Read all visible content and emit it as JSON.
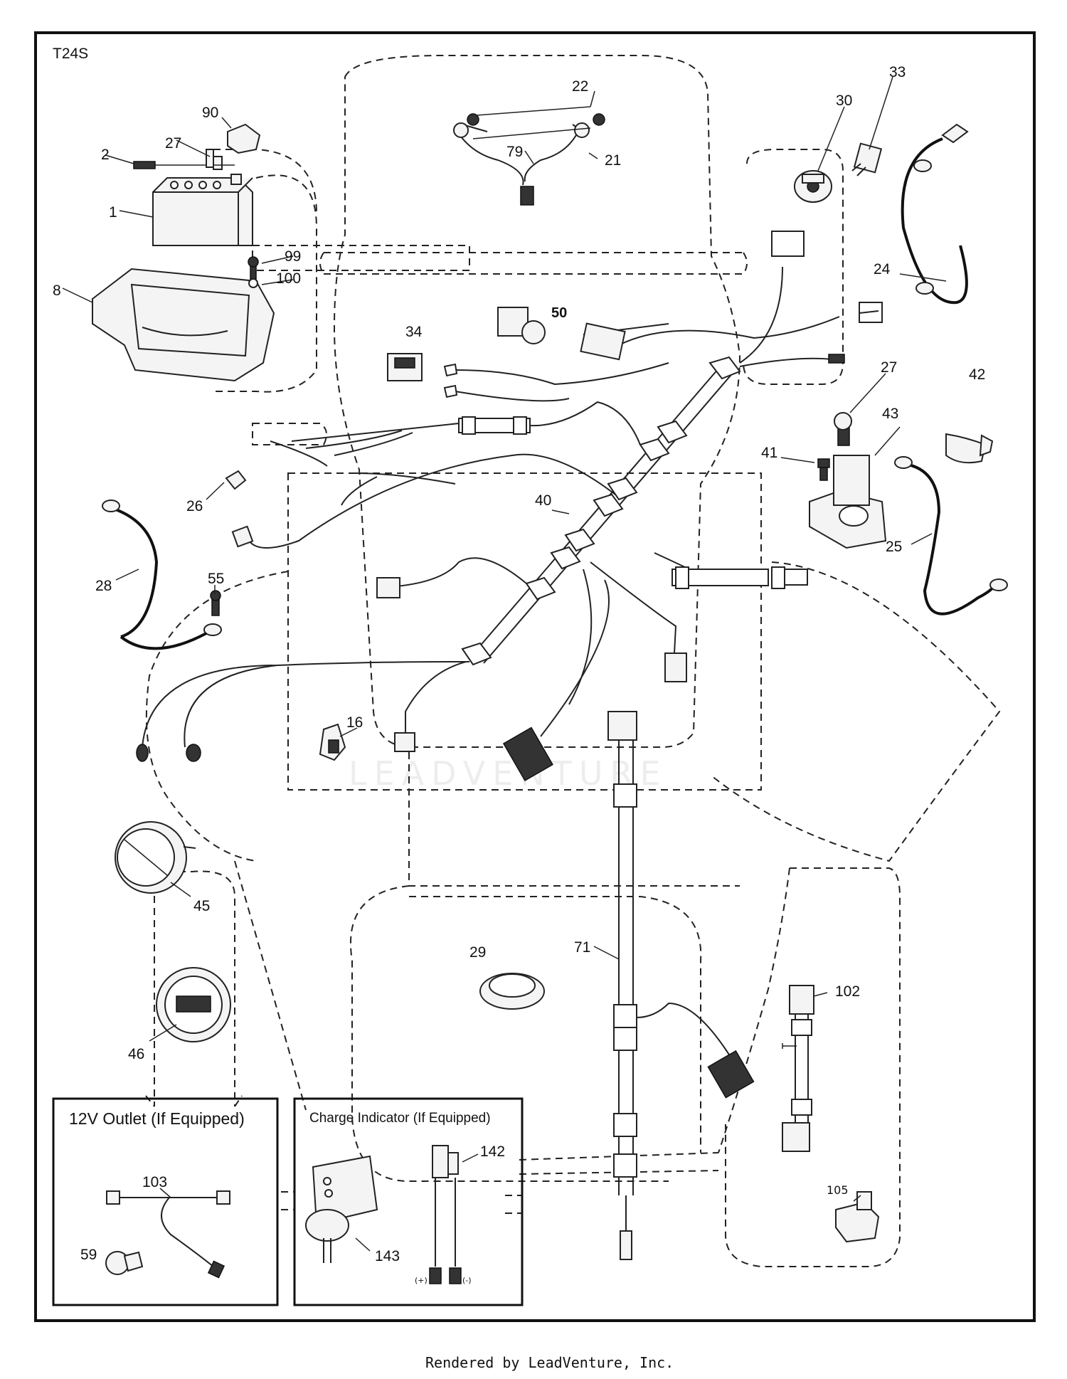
{
  "diagram": {
    "code": "T24S",
    "footer": "Rendered by LeadVenture, Inc.",
    "watermark": "LEADVENTURE"
  },
  "labels": {
    "l1": "1",
    "l2": "2",
    "l8": "8",
    "l16": "16",
    "l21": "21",
    "l22": "22",
    "l24": "24",
    "l25": "25",
    "l26": "26",
    "l27a": "27",
    "l27b": "27",
    "l28": "28",
    "l29": "29",
    "l30": "30",
    "l33": "33",
    "l34": "34",
    "l40": "40",
    "l41": "41",
    "l42": "42",
    "l43": "43",
    "l45": "45",
    "l46": "46",
    "l50": "50",
    "l55": "55",
    "l59": "59",
    "l71": "71",
    "l79": "79",
    "l90": "90",
    "l99": "99",
    "l100": "100",
    "l102": "102",
    "l103": "103",
    "l105": "105",
    "l142": "142",
    "l143": "143"
  },
  "insets": {
    "outlet_title": "12V Outlet (If Equipped)",
    "charge_title": "Charge Indicator (If Equipped)",
    "plus": "(+)",
    "minus": "(-)"
  }
}
